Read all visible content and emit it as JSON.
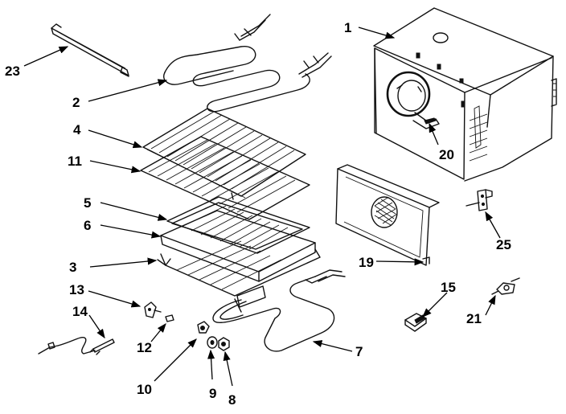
{
  "diagram": {
    "callouts": [
      {
        "id": "1",
        "text": "1"
      },
      {
        "id": "2",
        "text": "2"
      },
      {
        "id": "3",
        "text": "3"
      },
      {
        "id": "4",
        "text": "4"
      },
      {
        "id": "5",
        "text": "5"
      },
      {
        "id": "6",
        "text": "6"
      },
      {
        "id": "7",
        "text": "7"
      },
      {
        "id": "8",
        "text": "8"
      },
      {
        "id": "9",
        "text": "9"
      },
      {
        "id": "10",
        "text": "10"
      },
      {
        "id": "11",
        "text": "11"
      },
      {
        "id": "12",
        "text": "12"
      },
      {
        "id": "13",
        "text": "13"
      },
      {
        "id": "14",
        "text": "14"
      },
      {
        "id": "15",
        "text": "15"
      },
      {
        "id": "19",
        "text": "19"
      },
      {
        "id": "20",
        "text": "20"
      },
      {
        "id": "21",
        "text": "21"
      },
      {
        "id": "23",
        "text": "23"
      },
      {
        "id": "25",
        "text": "25"
      }
    ],
    "colors": {
      "ink": "#111111",
      "background": "#ffffff"
    }
  }
}
